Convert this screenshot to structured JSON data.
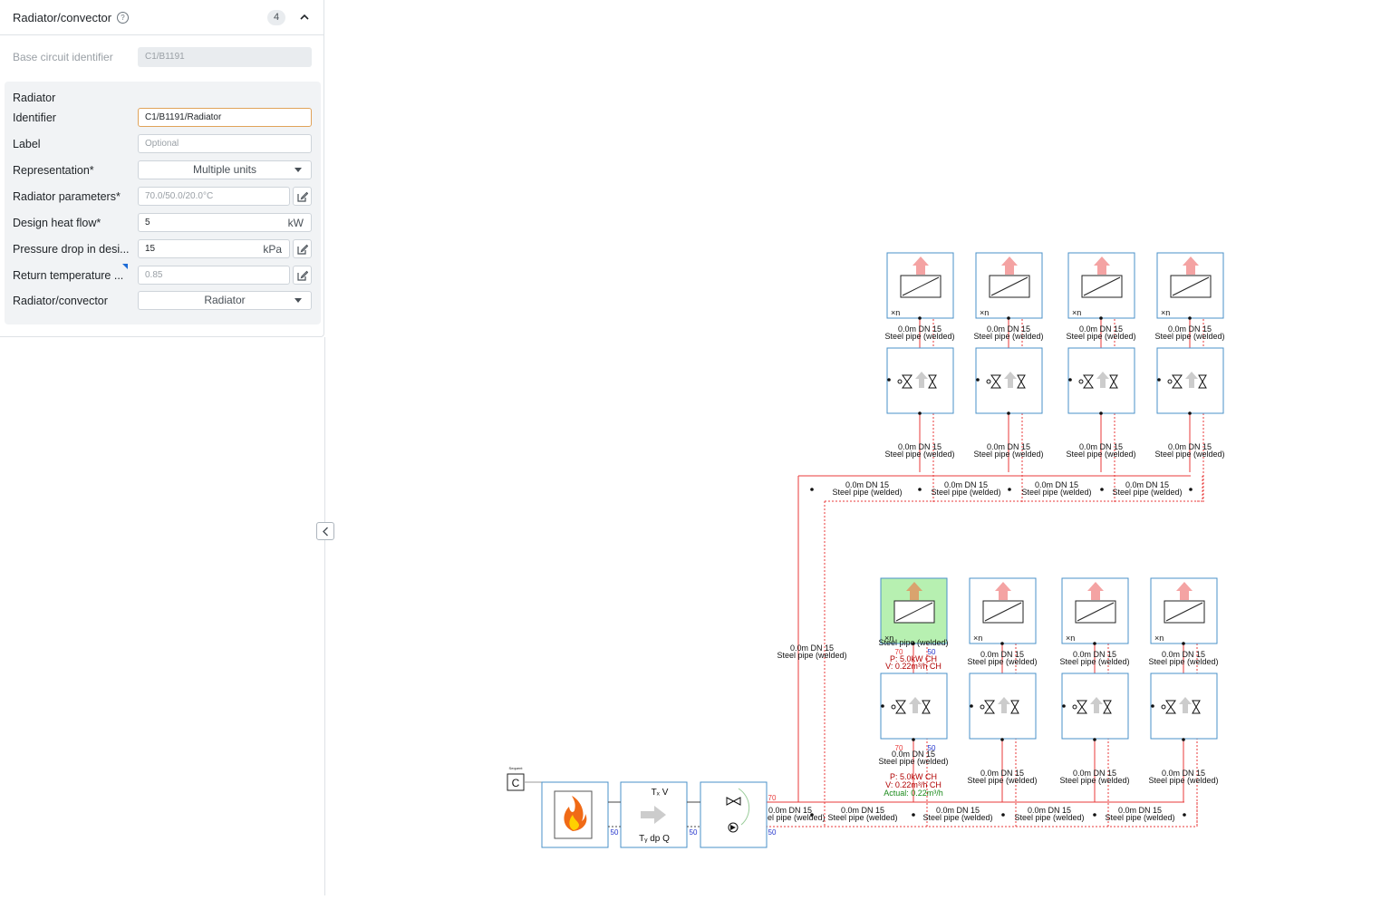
{
  "panel": {
    "title": "Radiator/convector",
    "help_icon": "question-circle-icon",
    "count": "4",
    "collapse_icon": "chevron-up-icon",
    "base_circuit": {
      "label": "Base circuit identifier",
      "value": "C1/B1191"
    },
    "group_title": "Radiator",
    "fields": {
      "identifier": {
        "label": "Identifier",
        "value": "C1/B1191/Radiator"
      },
      "label": {
        "label": "Label",
        "placeholder": "Optional"
      },
      "representation": {
        "label": "Representation*",
        "value": "Multiple units"
      },
      "radiator_parameters": {
        "label": "Radiator parameters*",
        "value": "70.0/50.0/20.0°C"
      },
      "design_heat_flow": {
        "label": "Design heat flow*",
        "value": "5",
        "unit": "kW"
      },
      "pressure_drop": {
        "label": "Pressure drop in desi...",
        "value": "15",
        "unit": "kPa"
      },
      "return_temperature": {
        "label": "Return temperature ...",
        "value": "0.85"
      },
      "radiator_convector": {
        "label": "Radiator/convector",
        "value": "Radiator"
      }
    },
    "edit_icon": "edit-icon"
  },
  "sidebar_toggle_icon": "chevron-left-icon",
  "schematic": {
    "pipe_length_label": "0.0m DN 15",
    "pipe_material_label": "Steel pipe (welded)",
    "unit_count_label": "×n",
    "supply_temp": "70",
    "return_temp": "50",
    "control_label": "C",
    "sequence_label": "Sequent",
    "heat_output_label": "P: 5.0kW CH",
    "flow_label": "V: 0.22m³/h CH",
    "actual_flow_label": "Actual: 0.22m³/h",
    "overlap_label": "Steel pipe (welded)",
    "mixing_top": "Tₓ V",
    "mixing_bottom": "Tᵧ dp Q",
    "colors": {
      "supply": "#e83a3a",
      "return": "#e83a3a",
      "box_border": "#4a90c8",
      "selected_fill": "#b7f0b1",
      "arrow_light": "#f4a3a3",
      "arrow_selected": "#d9a36e"
    }
  }
}
